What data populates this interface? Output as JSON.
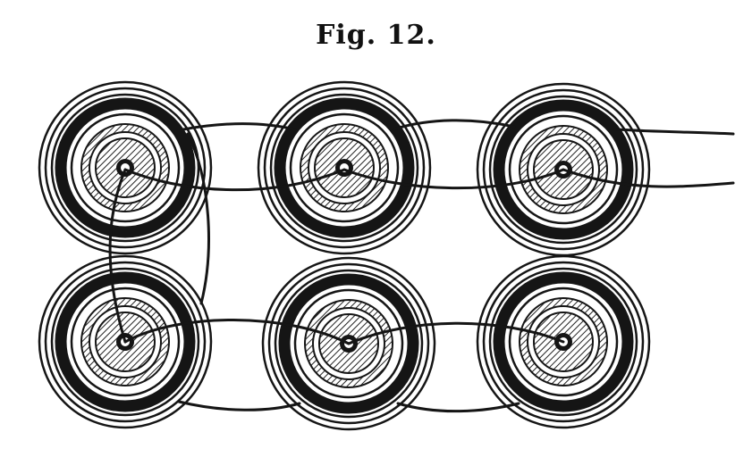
{
  "figure": {
    "caption": "Fig. 12.",
    "ink_color": "#151515",
    "paper_color": "#ffffff",
    "coil_count": 6,
    "rows": 2,
    "columns": 3
  }
}
